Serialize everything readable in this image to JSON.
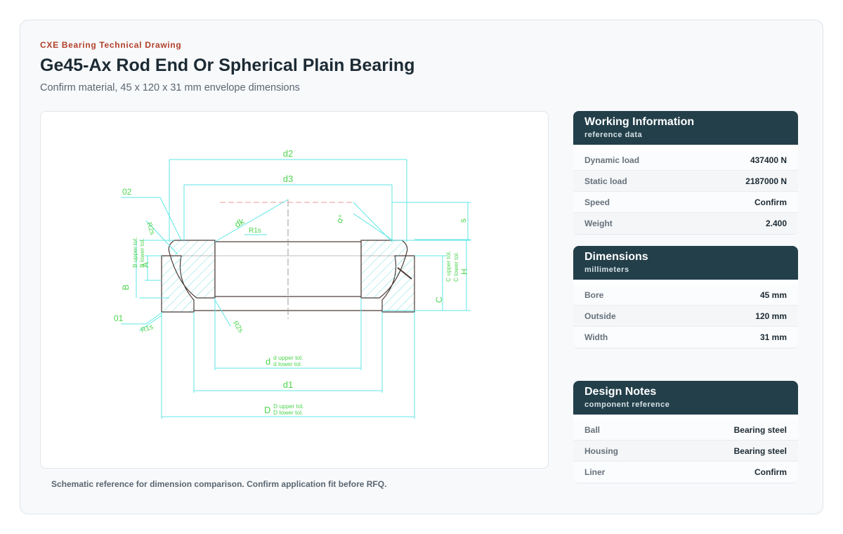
{
  "header": {
    "eyebrow": "CXE Bearing Technical Drawing",
    "title": "Ge45-Ax Rod End Or Spherical Plain Bearing",
    "subtitle": "Confirm material, 45 x 120 x 31 mm envelope dimensions"
  },
  "drawing": {
    "labels": {
      "d2": "d2",
      "d3": "d3",
      "dk": "dk",
      "alpha": "α°",
      "s": "s",
      "o2": "02",
      "o1": "01",
      "r2s_top": "R2s",
      "r1s_top": "R1s",
      "r1s_bottom": "R1s",
      "r2s_bottom": "R2s",
      "a": "A",
      "b": "B",
      "b_upper": "B upper tol.",
      "b_lower": "B lower tol.",
      "c": "C",
      "c_upper": "C upper tol.",
      "c_lower": "C lower tol.",
      "h": "H",
      "d": "d",
      "d_upper": "d upper tol.",
      "d_lower": "d lower tol.",
      "d1": "d1",
      "D": "D",
      "D_upper": "D upper tol.",
      "D_lower": "D lower tol."
    },
    "colors": {
      "dimension": "#5fe6e6",
      "text": "#4fd44f",
      "outline": "#4a3a36",
      "hatch": "#7fe0e0",
      "centerline": "#ef9a9a"
    },
    "caption": "Schematic reference for dimension comparison. Confirm application fit before RFQ."
  },
  "panels": {
    "working": {
      "title": "Working Information",
      "subtitle": "reference data",
      "rows": [
        {
          "label": "Dynamic load",
          "value": "437400 N"
        },
        {
          "label": "Static load",
          "value": "2187000 N"
        },
        {
          "label": "Speed",
          "value": "Confirm"
        },
        {
          "label": "Weight",
          "value": "2.400"
        }
      ]
    },
    "dimensions": {
      "title": "Dimensions",
      "subtitle": "millimeters",
      "rows": [
        {
          "label": "Bore",
          "value": "45 mm"
        },
        {
          "label": "Outside",
          "value": "120 mm"
        },
        {
          "label": "Width",
          "value": "31 mm"
        }
      ]
    },
    "design": {
      "title": "Design Notes",
      "subtitle": "component reference",
      "rows": [
        {
          "label": "Ball",
          "value": "Bearing steel"
        },
        {
          "label": "Housing",
          "value": "Bearing steel"
        },
        {
          "label": "Liner",
          "value": "Confirm"
        }
      ]
    }
  }
}
